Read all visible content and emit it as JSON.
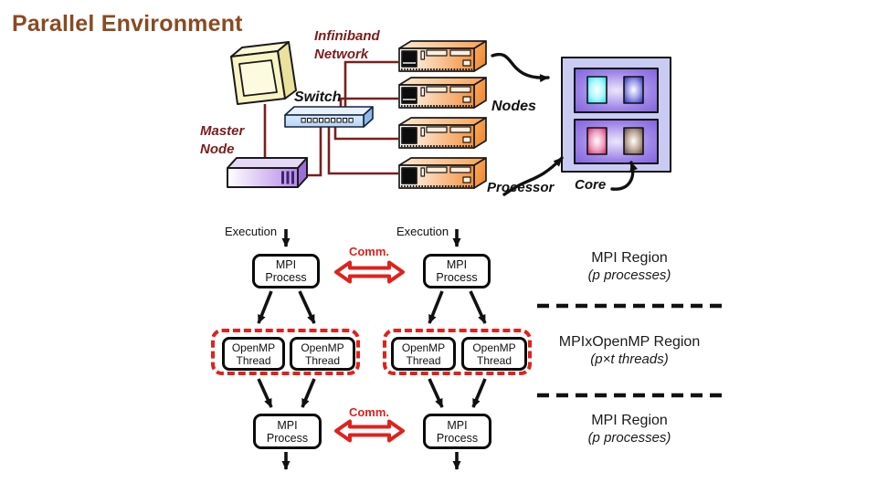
{
  "slide": {
    "title": "Parallel Environment",
    "title_color": "#8a4a22",
    "background_color": "#ffffff"
  },
  "hardware": {
    "infiniband_label": "Infiniband\nNetwork",
    "switch_label": "Switch",
    "master_node_label": "Master\nNode",
    "nodes_label": "Nodes",
    "processor_label": "Processor",
    "core_label": "Core",
    "label_color_maroon": "#7b1d1d",
    "cable_color": "#7b1e1e",
    "icons": {
      "monitor": "crt-monitor-icon",
      "switch": "network-switch-icon",
      "master_node": "server-box-icon",
      "compute_node": "server-node-icon",
      "processor_grid": "processor-core-grid-icon"
    },
    "core_colors": {
      "core_top_left": "#1ddfe8",
      "core_top_right": "#2525a8",
      "core_bottom_left": "#c22560",
      "core_bottom_right": "#544038",
      "processor_fill": "#7c5cda",
      "board_fill": "#c9cbf2"
    },
    "node_count": 4
  },
  "execution": {
    "left_column_label": "Execution",
    "right_column_label": "Execution",
    "comm_label_top": "Comm.",
    "comm_label_bottom": "Comm.",
    "comm_color": "#e0211c",
    "mpi_process": [
      "MPI",
      "Process"
    ],
    "openmp_thread": [
      "OpenMP",
      "Thread"
    ],
    "thread_group_border_color": "#e0211c"
  },
  "regions": [
    {
      "name": "MPI Region",
      "detail": "(p processes)"
    },
    {
      "name": "MPIxOpenMP Region",
      "detail": "(p×t threads)"
    },
    {
      "name": "MPI Region",
      "detail": "(p processes)"
    }
  ]
}
